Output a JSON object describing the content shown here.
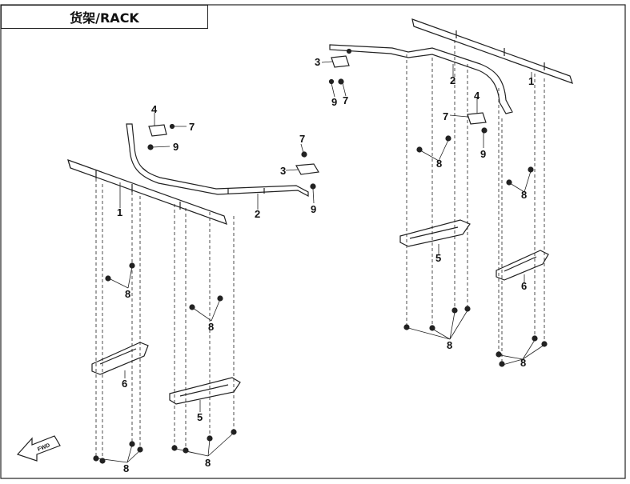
{
  "title": "货架/RACK",
  "fwd_label": "FWD",
  "callouts": {
    "c1a": "1",
    "c2a": "2",
    "c3a": "3",
    "c4a": "4",
    "c5a": "5",
    "c6a": "6",
    "c7a": "7",
    "c7b": "7",
    "c8a": "8",
    "c8b": "8",
    "c8c": "8",
    "c8d": "8",
    "c9a": "9",
    "c9b": "9",
    "c1b": "1",
    "c2b": "2",
    "c3b": "3",
    "c4b": "4",
    "c5b": "5",
    "c6b": "6",
    "c7c": "7",
    "c7d": "7",
    "c8e": "8",
    "c8f": "8",
    "c8g": "8",
    "c8h": "8",
    "c9c": "9",
    "c9d": "9"
  }
}
